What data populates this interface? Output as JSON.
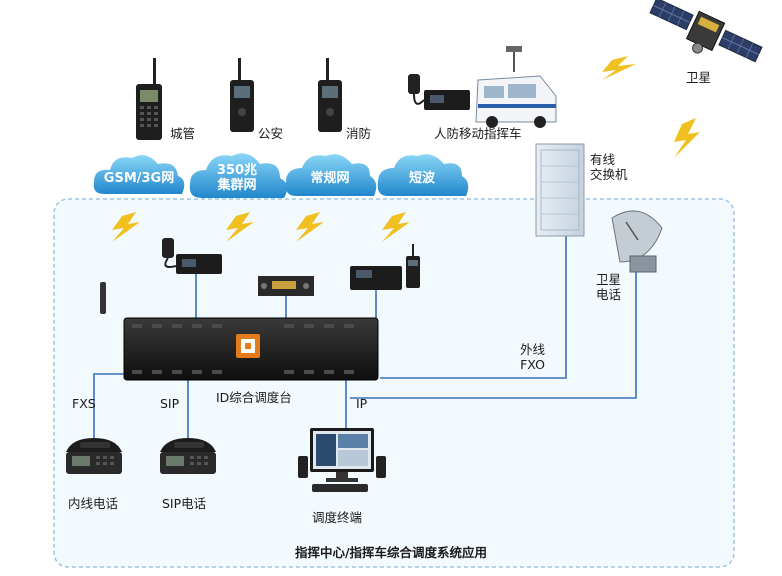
{
  "clouds": [
    {
      "label": "GSM/3G网"
    },
    {
      "line1": "350兆",
      "line2": "集群网"
    },
    {
      "label": "常规网"
    },
    {
      "label": "短波"
    }
  ],
  "devices": {
    "radio_chengguan": "城管",
    "radio_gongan": "公安",
    "radio_xiaofang": "消防",
    "mobile_command_vehicle": "人防移动指挥车",
    "satellite": "卫星",
    "wired_switch_line1": "有线",
    "wired_switch_line2": "交换机",
    "sat_phone_line1": "卫星",
    "sat_phone_line2": "电话",
    "fxo_line1": "外线",
    "fxo_line2": "FXO",
    "fxs": "FXS",
    "sip": "SIP",
    "dispatch_console": "ID综合调度台",
    "ip": "IP",
    "internal_phone": "内线电话",
    "sip_phone": "SIP电话",
    "dispatch_terminal": "调度终端"
  },
  "caption": "指挥中心/指挥车综合调度系统应用",
  "colors": {
    "cloud_top": "#7fd0f5",
    "cloud_bottom": "#2a8fd0",
    "line": "#3a6fb8",
    "region_border": "#9cc4e4",
    "region_fill": "#f3fafe",
    "lightning": "#f0c020"
  }
}
